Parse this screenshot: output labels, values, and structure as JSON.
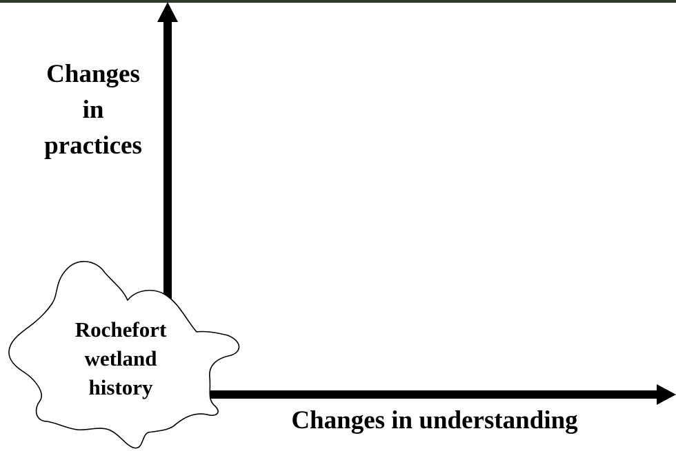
{
  "diagram": {
    "y_axis_label": [
      "Changes",
      "in",
      "practices"
    ],
    "x_axis_label": "Changes in understanding",
    "origin_label": [
      "Rochefort",
      "wetland",
      "history"
    ],
    "colors": {
      "stroke": "#000000",
      "background": "#ffffff",
      "top_edge_band": "#2f3a2a"
    }
  }
}
